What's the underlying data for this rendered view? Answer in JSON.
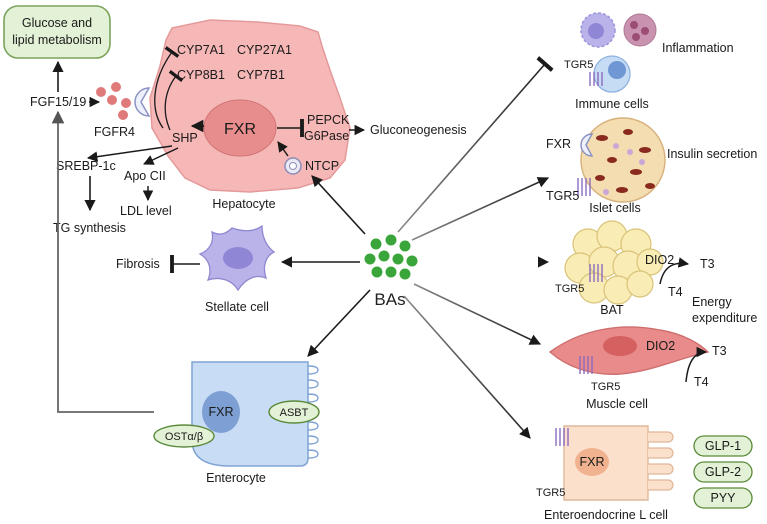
{
  "center": {
    "label": "BAs"
  },
  "top_left_box": {
    "line1": "Glucose and",
    "line2": "lipid metabolism"
  },
  "hepatocyte": {
    "name": "Hepatocyte",
    "nucleus": "FXR",
    "enzymes": [
      "CYP7A1",
      "CYP27A1",
      "CYP8B1",
      "CYP7B1"
    ],
    "shp": "SHP",
    "pepck": "PEPCK",
    "g6pase": "G6Pase",
    "gluconeogenesis": "Gluconeogenesis",
    "ntcp": "NTCP",
    "fgfr4": "FGFR4",
    "fgf": "FGF15/19",
    "srebp": "SREBP-1c",
    "apo": "Apo CII",
    "ldl": "LDL level",
    "tg": "TG synthesis"
  },
  "stellate": {
    "name": "Stellate cell",
    "effect": "Fibrosis"
  },
  "enterocyte": {
    "name": "Enterocyte",
    "fxr": "FXR",
    "asbt": "ASBT",
    "ost": "OSTα/β"
  },
  "immune": {
    "name": "Immune cells",
    "receptor": "TGR5",
    "effect": "Inflammation"
  },
  "islet": {
    "name": "Islet cells",
    "fxr": "FXR",
    "receptor": "TGR5",
    "effect": "Insulin secretion"
  },
  "bat": {
    "name": "BAT",
    "receptor": "TGR5",
    "dio": "DIO2",
    "t3": "T3",
    "t4": "T4",
    "effect_line1": "Energy",
    "effect_line2": "expenditure"
  },
  "muscle": {
    "name": "Muscle cell",
    "receptor": "TGR5",
    "dio": "DIO2",
    "t3": "T3",
    "t4": "T4"
  },
  "enteroendocrine": {
    "name": "Enteroendocrine L cell",
    "receptor": "TGR5",
    "fxr": "FXR",
    "hormones": [
      "GLP-1",
      "GLP-2",
      "PYY"
    ]
  },
  "colors": {
    "hepatocyte": "#f6b7b7",
    "nucleus": "#e88d8d",
    "stellate": "#b9b3ea",
    "enterocyte": "#c9dcf5",
    "green_box": "#e3f2d6",
    "bas_dot": "#3aa53a",
    "muscle": "#e98b8b",
    "bat": "#f9ecb4",
    "islet": "#f3ddb1",
    "entero_l": "#fbe0cc"
  }
}
